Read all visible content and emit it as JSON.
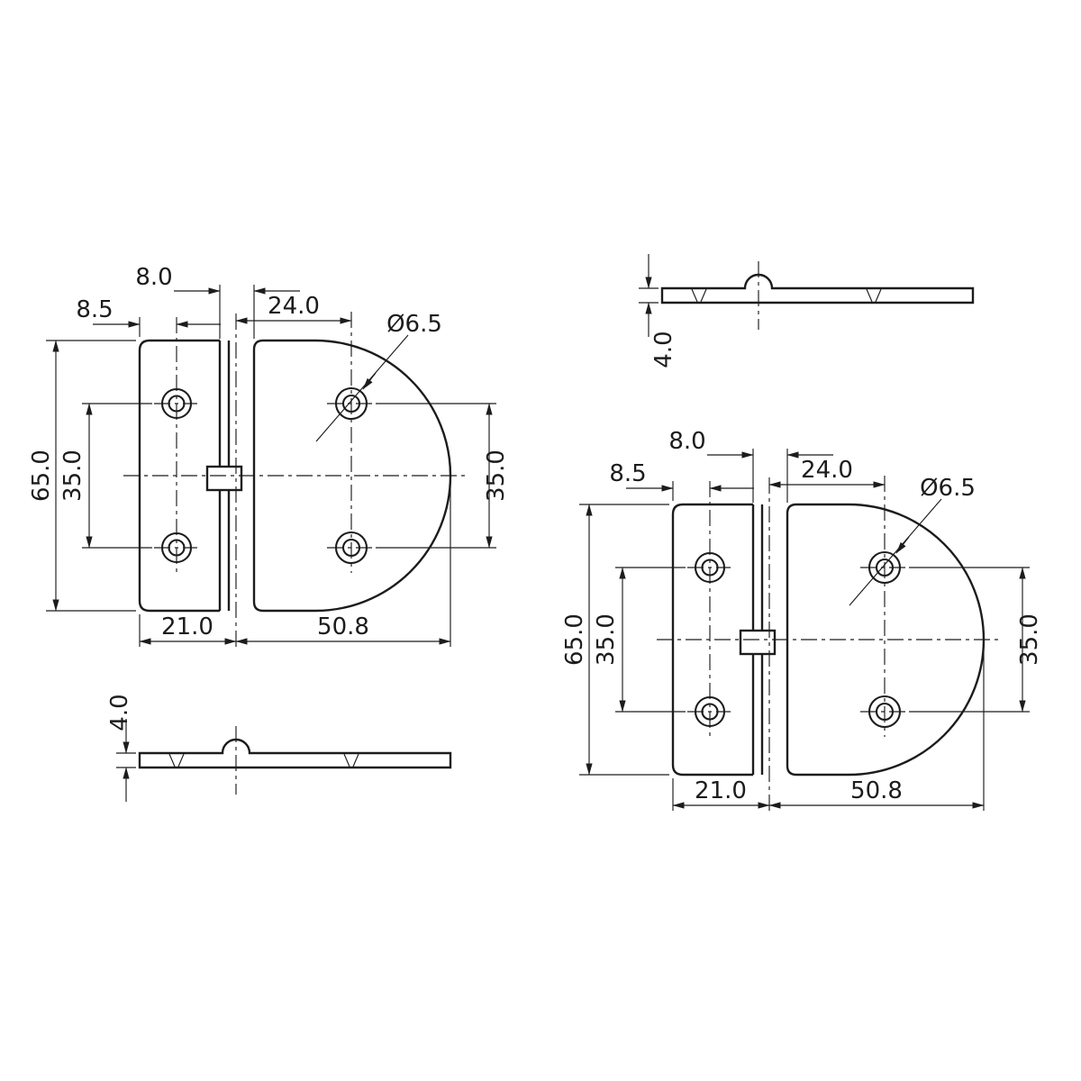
{
  "canvas": {
    "background": "#ffffff",
    "ink": "#1c1c1c",
    "description": "Technical dimension drawing of a round-edge flat hinge, two identical drawing sets (plan view + thin profile view)"
  },
  "dimensions": {
    "knuckle_width": "8.0",
    "edge_to_hole": "8.5",
    "pin_to_hole": "24.0",
    "hole_diameter": "Ø6.5",
    "overall_height": "65.0",
    "hole_spacing": "35.0",
    "left_leaf_width": "21.0",
    "right_leaf_width": "50.8",
    "plate_thickness": "4.0"
  }
}
